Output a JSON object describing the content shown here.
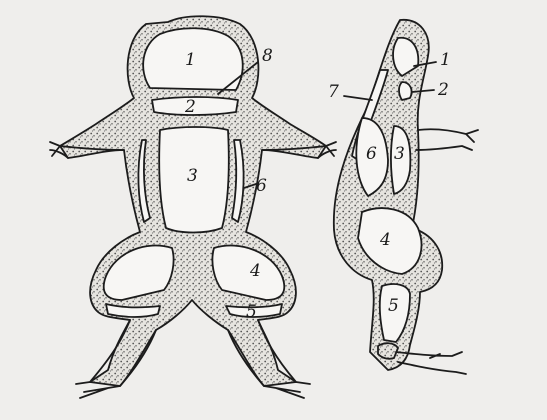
{
  "colors": {
    "paper": "#efeeec",
    "ink": "#1c1c1c",
    "stipple": "#9a9a98",
    "region_fill": "#f7f6f4"
  },
  "labels": {
    "ventral": [
      "1",
      "8",
      "2",
      "3",
      "6",
      "4",
      "5"
    ],
    "lateral": [
      "1",
      "7",
      "2",
      "6",
      "3",
      "4",
      "5"
    ]
  }
}
